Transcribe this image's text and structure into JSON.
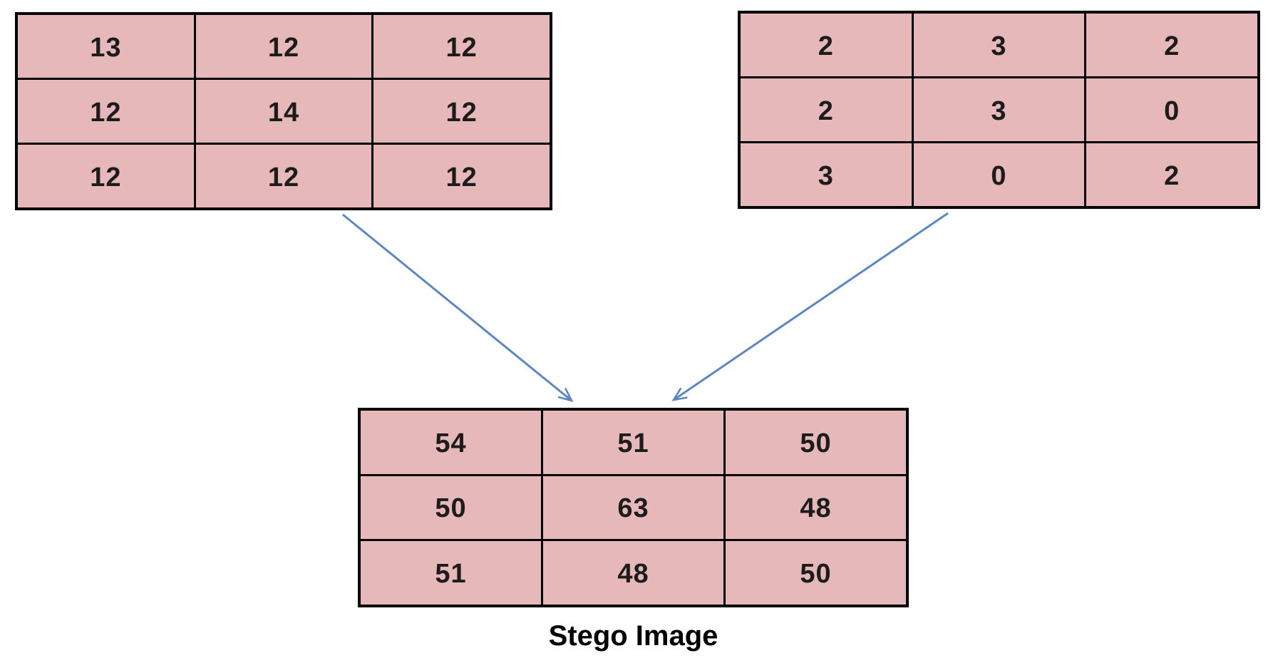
{
  "matrices": {
    "cover": {
      "rows": [
        [
          "13",
          "12",
          "12"
        ],
        [
          "12",
          "14",
          "12"
        ],
        [
          "12",
          "12",
          "12"
        ]
      ]
    },
    "secret": {
      "rows": [
        [
          "2",
          "3",
          "2"
        ],
        [
          "2",
          "3",
          "0"
        ],
        [
          "3",
          "0",
          "2"
        ]
      ]
    },
    "stego": {
      "rows": [
        [
          "54",
          "51",
          "50"
        ],
        [
          "50",
          "63",
          "48"
        ],
        [
          "51",
          "48",
          "50"
        ]
      ]
    }
  },
  "labels": {
    "stego": "Stego Image"
  },
  "colors": {
    "cell-fill": "#e7b8b9",
    "cell-border": "#000000",
    "arrow": "#5b87c5",
    "text": "#1c1c1c",
    "background": "#ffffff"
  }
}
